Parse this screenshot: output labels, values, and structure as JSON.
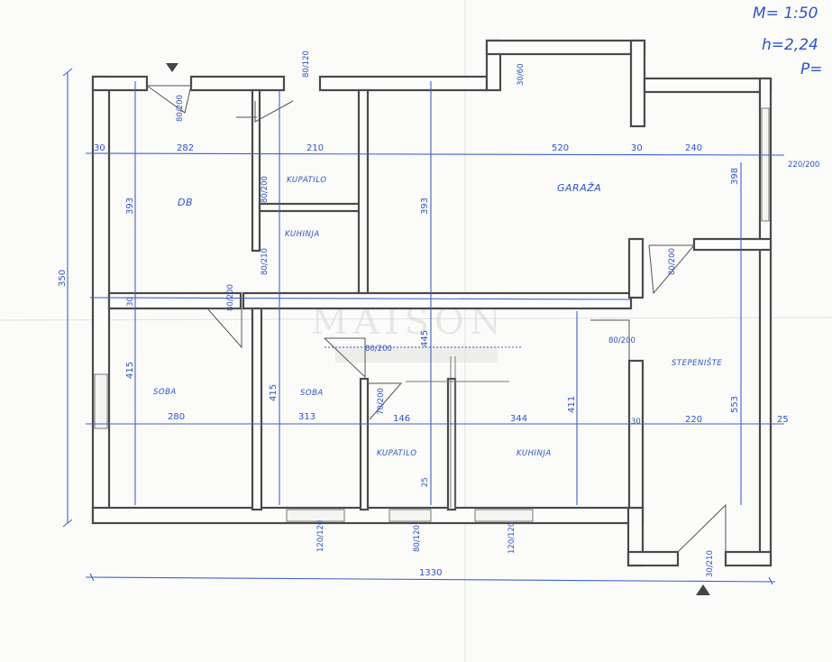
{
  "notes": {
    "scale": "M= 1:50",
    "height": "h=2,24",
    "area": "P="
  },
  "watermark": "MAISON",
  "rooms": {
    "db": "DB",
    "kupatilo_top": "KUPATILO",
    "kuhinja_top": "KUHINJA",
    "garaza": "GARAŽA",
    "soba_left": "SOBA",
    "soba_mid": "SOBA",
    "kupatilo_bottom": "KUPATILO",
    "kuhinja_bottom": "KUHINJA",
    "stepeniste": "STEPENIŠTE"
  },
  "dimensions": {
    "d_30_a": "30",
    "d_282": "282",
    "d_210": "210",
    "d_520": "520",
    "d_30_b": "30",
    "d_240": "240",
    "d_220_200": "220/200",
    "d_393_a": "393",
    "d_393_b": "393",
    "d_398": "398",
    "d_350": "350",
    "d_30_c": "30",
    "d_415_a": "415",
    "d_415_b": "415",
    "d_445": "445",
    "d_411": "411",
    "d_553": "553",
    "d_25": "25",
    "d_280": "280",
    "d_313": "313",
    "d_146": "146",
    "d_344": "344",
    "d_30_d": "30",
    "d_220": "220",
    "d_1330": "1330",
    "d_80_120_top": "80/120",
    "d_80_200_a": "80/200",
    "d_80_200_b": "80/200",
    "d_80_210": "80/210",
    "d_80_200_c": "80/200",
    "d_80_200_d": "80/200",
    "d_80_200_e": "80/200",
    "d_80_200_f": "80/200",
    "d_70_200": "70/200",
    "d_30_60": "30/60",
    "d_120_120_a": "120/120",
    "d_80_120": "80/120",
    "d_120_120_b": "120/120",
    "d_30_210": "30/210",
    "d_25_small": "25"
  }
}
